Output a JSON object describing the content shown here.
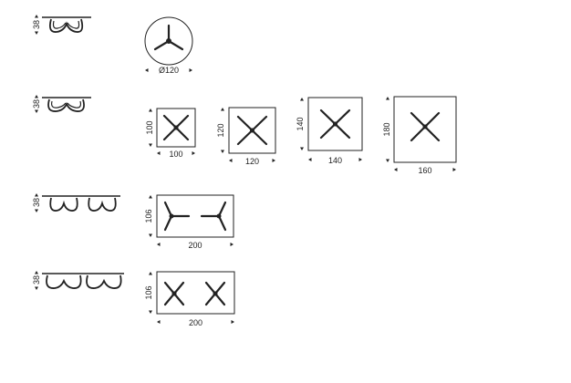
{
  "colors": {
    "ink": "#222222",
    "paper": "#ffffff"
  },
  "rows": [
    {
      "height_label": "38",
      "side_icon": "single-base-side-icon",
      "tables": [
        {
          "shape": "round",
          "base": "tri-star",
          "width_label": "Ø120",
          "depth_label": ""
        }
      ]
    },
    {
      "height_label": "38",
      "side_icon": "single-base-side-icon",
      "tables": [
        {
          "shape": "square",
          "base": "x-star",
          "width_label": "100",
          "depth_label": "100"
        },
        {
          "shape": "square",
          "base": "x-star",
          "width_label": "120",
          "depth_label": "120"
        },
        {
          "shape": "square",
          "base": "x-star",
          "width_label": "140",
          "depth_label": "140"
        },
        {
          "shape": "square",
          "base": "x-star",
          "width_label": "160",
          "depth_label": "180"
        }
      ]
    },
    {
      "height_label": "38",
      "side_icon": "double-base-side-icon",
      "tables": [
        {
          "shape": "rect",
          "base": "double-tri-star",
          "width_label": "200",
          "depth_label": "106"
        }
      ]
    },
    {
      "height_label": "38",
      "side_icon": "double-base-side-icon",
      "tables": [
        {
          "shape": "rect",
          "base": "double-x-star",
          "width_label": "200",
          "depth_label": "106"
        }
      ]
    }
  ]
}
